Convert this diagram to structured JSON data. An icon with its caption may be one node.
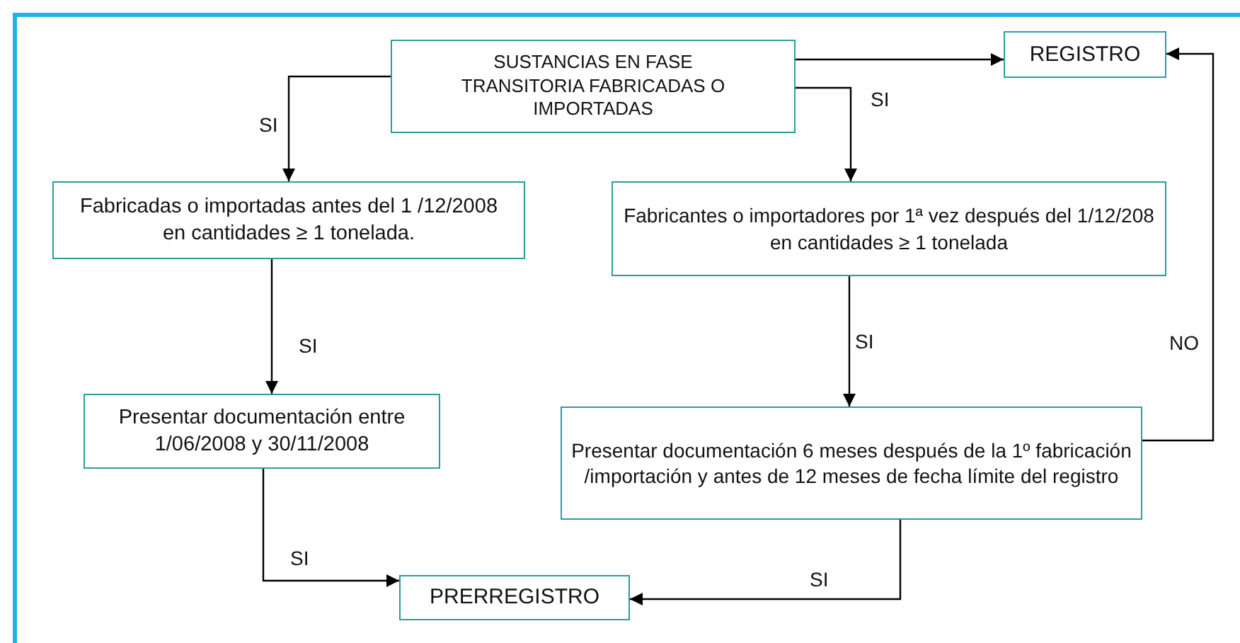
{
  "diagram": {
    "nodes": [
      {
        "text": [
          "SUSTANCIAS EN FASE TRANSITORIA FABRICADAS O IMPORTADAS"
        ]
      },
      {
        "text": [
          "REGISTRO"
        ]
      },
      {
        "text": [
          "Fabricadas o importadas antes del 1 /12/2008 en cantidades ≥ 1 tonelada."
        ]
      },
      {
        "text": [
          "Fabricantes o importadores por 1ª vez después del 1/12/208 en cantidades ≥ 1 tonelada"
        ]
      },
      {
        "text": [
          "Presentar documentación entre 1/06/2008 y 30/11/2008"
        ]
      },
      {
        "text": [
          "Presentar documentación 6 meses después de la 1º fabricación /importación y antes de 12 meses de fecha límite del registro"
        ]
      },
      {
        "text": [
          "PRERREGISTRO"
        ]
      }
    ],
    "edges": [
      {
        "from": 0,
        "to": 1,
        "arrow": "to"
      },
      {
        "from": 0,
        "to": 2,
        "arrow": "to",
        "label": "SI"
      },
      {
        "from": 0,
        "to": 3,
        "arrow": "to",
        "label": "SI"
      },
      {
        "from": 2,
        "to": 4,
        "arrow": "to",
        "label": "SI"
      },
      {
        "from": 3,
        "to": 5,
        "arrow": "to",
        "label": "SI"
      },
      {
        "from": 5,
        "to": 1,
        "arrow": "to",
        "label": "NO"
      },
      {
        "from": 4,
        "to": 6,
        "arrow": "to",
        "label": "SI"
      },
      {
        "from": 5,
        "to": 6,
        "arrow": "to",
        "label": "SI"
      }
    ]
  }
}
